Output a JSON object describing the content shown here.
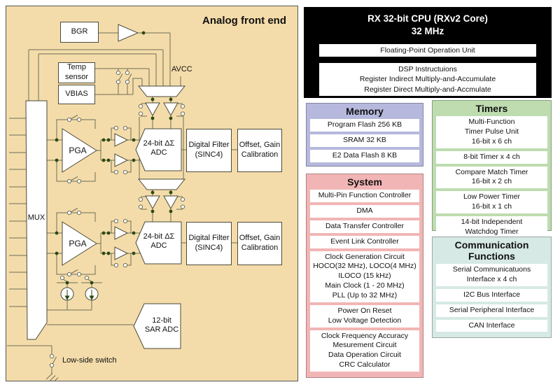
{
  "afe": {
    "title": "Analog front end",
    "bgr": "BGR",
    "temp_sensor": "Temp sensor",
    "vbias": "VBIAS",
    "avcc": "AVCC",
    "mux": "MUX",
    "pga": "PGA",
    "adc": "24-bit ΔΣ ADC",
    "filter": "Digital Filter (SINC4)",
    "calib": "Offset, Gain Calibration",
    "sar_adc": "12-bit SAR ADC",
    "low_side_switch": "Low-side switch"
  },
  "cpu": {
    "title": "RX 32-bit CPU (RXv2 Core)\n32 MHz",
    "fpu": "Floating-Point Operation Unit",
    "dsp": "DSP Instructuions\nRegister Indirect Multiply-and-Accumulate\nRegister Direct Multiply-and-Accmulate"
  },
  "memory": {
    "header": "Memory",
    "items": [
      "Program Flash 256 KB",
      "SRAM 32 KB",
      "E2 Data Flash 8 KB"
    ]
  },
  "timers": {
    "header": "Timers",
    "items": [
      "Multi-Function\nTimer Pulse Unit\n16-bit x 6 ch",
      "8-bit Timer x 4 ch",
      "Compare Match Timer\n16-bit x 2 ch",
      "Low Power Timer\n16-bit x 1 ch",
      "14-bit Independent\nWatchdog Timer"
    ]
  },
  "system": {
    "header": "System",
    "items": [
      "Multi-Pin Function Controller",
      "DMA",
      "Data Transfer Controller",
      "Event Link Controller",
      "Clock Generation Circuit\nHOCO(32 MHz), LOCO(4 MHz)\nILOCO (15 kHz)\nMain Clock (1 - 20 MHz)\nPLL (Up to 32 MHz)",
      "Power On Reset\nLow Voltage Detection",
      "Clock Frequency Accuracy\nMesurement Circuit\nData Operation Circuit\nCRC Calculator"
    ]
  },
  "comm": {
    "header": "Communication\nFunctions",
    "items": [
      "Serial Communicatuons\nInterface x 4 ch",
      "I2C Bus Interface",
      "Serial Peripheral Interface",
      "CAN Interface"
    ]
  },
  "colors": {
    "afe_bg": "#f4dcaa",
    "memory_bg": "#b6b9dd",
    "timers_bg": "#bedcb0",
    "system_bg": "#f2b5b5",
    "comm_bg": "#d6e9e4",
    "cpu_bg": "#000000",
    "wire": "#6e6e58",
    "junction_dot": "#2a4a10"
  }
}
